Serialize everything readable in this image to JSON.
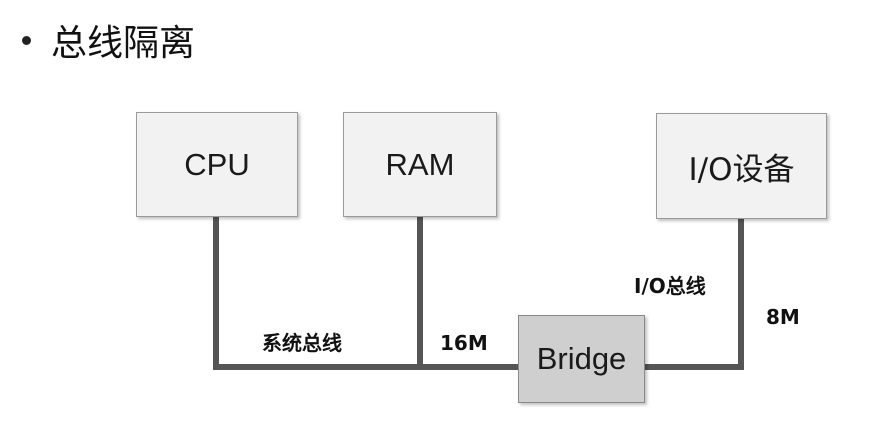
{
  "title": "总线隔离",
  "nodes": {
    "cpu": "CPU",
    "ram": "RAM",
    "io_device": "I/O设备",
    "bridge": "Bridge"
  },
  "labels": {
    "system_bus": "系统总线",
    "system_bus_speed": "16M",
    "io_bus": "I/O总线",
    "io_bus_speed": "8M"
  },
  "colors": {
    "line": "#555555",
    "box_fill": "#f2f2f2",
    "bridge_fill": "#cfcfcf"
  }
}
